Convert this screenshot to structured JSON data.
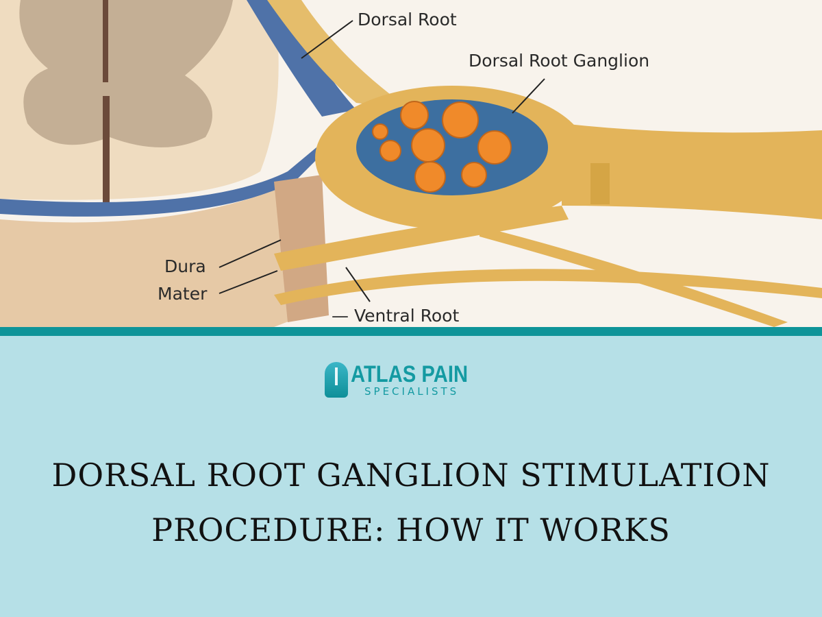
{
  "illustration": {
    "labels": {
      "dorsal_root": "Dorsal Root",
      "dorsal_root_ganglion": "Dorsal Root Ganglion",
      "dura_mater_line1": "Dura",
      "dura_mater_line2": "Mater",
      "ventral_root": "— Ventral Root"
    }
  },
  "logo": {
    "main": "ATLAS PAIN",
    "sub": "SPECIALISTS"
  },
  "title": {
    "line1": "DORSAL ROOT GANGLION STIMULATION",
    "line2": "PROCEDURE: HOW IT WORKS"
  },
  "colors": {
    "accent": "#0e9499",
    "background": "#b6e0e7",
    "nerve": "#e3b45a",
    "cell": "#f08a2a"
  }
}
